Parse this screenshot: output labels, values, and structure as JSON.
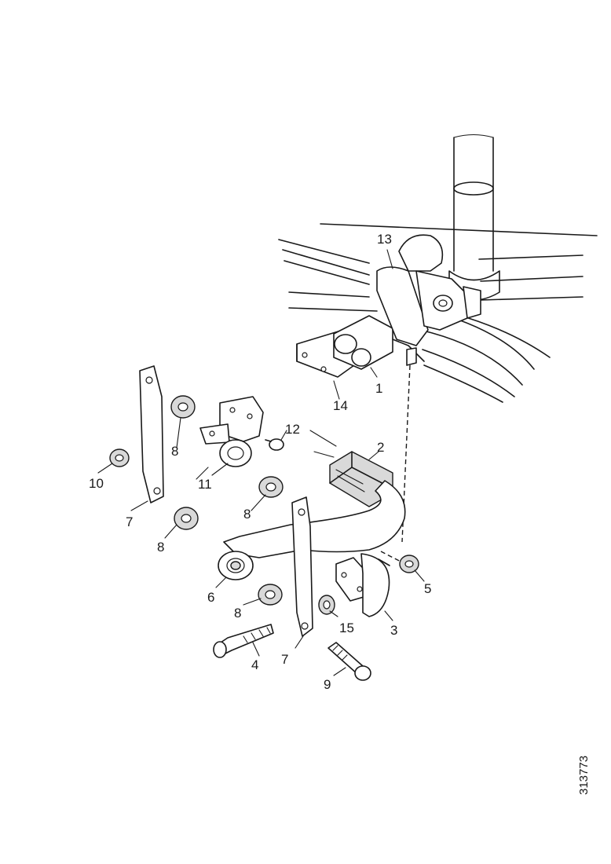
{
  "diagram": {
    "reference_number": "313773",
    "callouts": [
      {
        "id": "c1",
        "label": "1"
      },
      {
        "id": "c2",
        "label": "2"
      },
      {
        "id": "c3",
        "label": "3"
      },
      {
        "id": "c4",
        "label": "4"
      },
      {
        "id": "c5",
        "label": "5"
      },
      {
        "id": "c6",
        "label": "6"
      },
      {
        "id": "c7a",
        "label": "7"
      },
      {
        "id": "c7b",
        "label": "7"
      },
      {
        "id": "c8a",
        "label": "8"
      },
      {
        "id": "c8b",
        "label": "8"
      },
      {
        "id": "c8c",
        "label": "8"
      },
      {
        "id": "c8d",
        "label": "8"
      },
      {
        "id": "c9",
        "label": "9"
      },
      {
        "id": "c10",
        "label": "10"
      },
      {
        "id": "c11",
        "label": "11"
      },
      {
        "id": "c12",
        "label": "12"
      },
      {
        "id": "c13",
        "label": "13"
      },
      {
        "id": "c14",
        "label": "14"
      },
      {
        "id": "c15",
        "label": "15"
      }
    ]
  }
}
